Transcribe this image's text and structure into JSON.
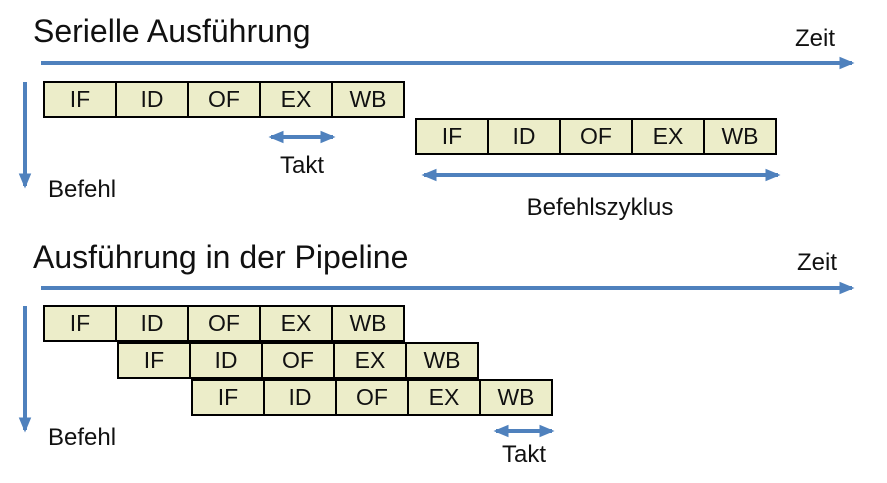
{
  "colors": {
    "box_fill": "#ecedc9",
    "box_border": "#000000",
    "arrow_blue": "#4f81bd",
    "text": "#111111",
    "background": "#ffffff"
  },
  "serial": {
    "title": "Serielle Ausführung",
    "time_label": "Zeit",
    "instruction_label": "Befehl",
    "clock_label": "Takt",
    "cycle_label": "Befehlszyklus",
    "rows": [
      {
        "cells": [
          "IF",
          "ID",
          "OF",
          "EX",
          "WB"
        ]
      },
      {
        "cells": [
          "IF",
          "ID",
          "OF",
          "EX",
          "WB"
        ]
      }
    ]
  },
  "pipeline": {
    "title": "Ausführung in der Pipeline",
    "time_label": "Zeit",
    "instruction_label": "Befehl",
    "clock_label": "Takt",
    "rows": [
      {
        "cells": [
          "IF",
          "ID",
          "OF",
          "EX",
          "WB"
        ]
      },
      {
        "cells": [
          "IF",
          "ID",
          "OF",
          "EX",
          "WB"
        ]
      },
      {
        "cells": [
          "IF",
          "ID",
          "OF",
          "EX",
          "WB"
        ]
      }
    ]
  }
}
